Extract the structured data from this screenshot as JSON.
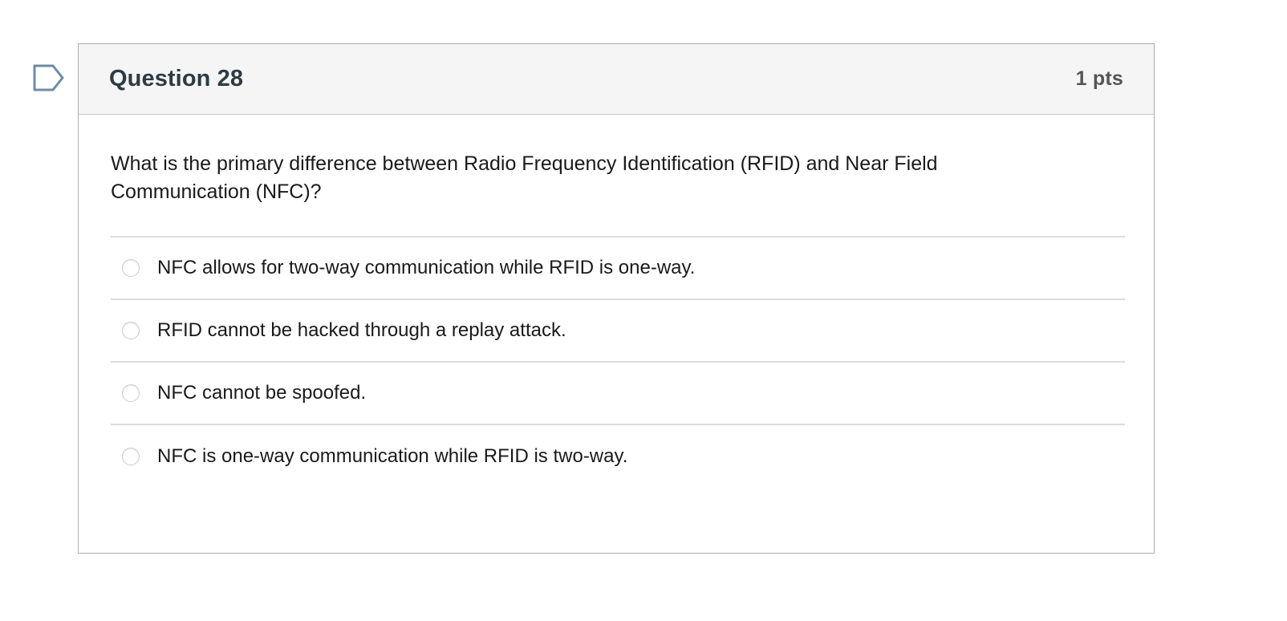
{
  "flag": {
    "icon": "flag-outline-icon",
    "color": "#6f8ba4"
  },
  "question": {
    "title": "Question 28",
    "points": "1 pts",
    "text": "What is the primary difference between Radio Frequency Identification (RFID) and Near Field Communication (NFC)?",
    "answers": [
      {
        "label": "NFC allows for two-way communication while RFID is one-way.",
        "selected": false
      },
      {
        "label": "RFID cannot be hacked through a replay attack.",
        "selected": false
      },
      {
        "label": "NFC cannot be spoofed.",
        "selected": false
      },
      {
        "label": "NFC is one-way communication while RFID is two-way.",
        "selected": false
      }
    ]
  },
  "colors": {
    "header_bg": "#f5f5f5",
    "card_border": "#aeaeae",
    "divider": "#dcdcdc",
    "title_text": "#2d3b45",
    "body_text": "#1a1a1a",
    "points_text": "#555555"
  }
}
